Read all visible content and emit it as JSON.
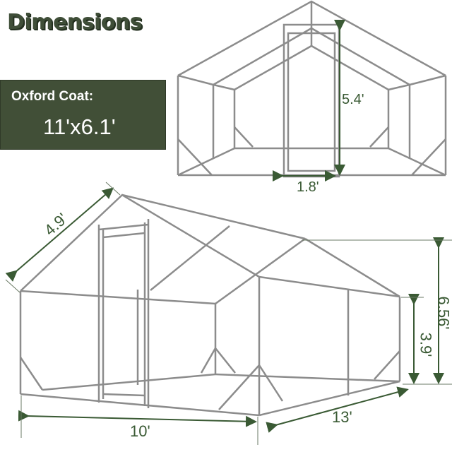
{
  "title": "Dimensions",
  "coat": {
    "label": "Oxford Coat:",
    "value": "11'x6.1'"
  },
  "colors": {
    "accent": "#414f37",
    "dimension_arrow": "#3a5a34",
    "frame": "#9a9a9a"
  },
  "front_view": {
    "door_height": "5.4'",
    "door_width": "1.8'"
  },
  "perspective_view": {
    "roof_slope": "4.9'",
    "width": "10'",
    "length": "13'",
    "side_height": "3.9'",
    "peak_height": "6.56'"
  }
}
